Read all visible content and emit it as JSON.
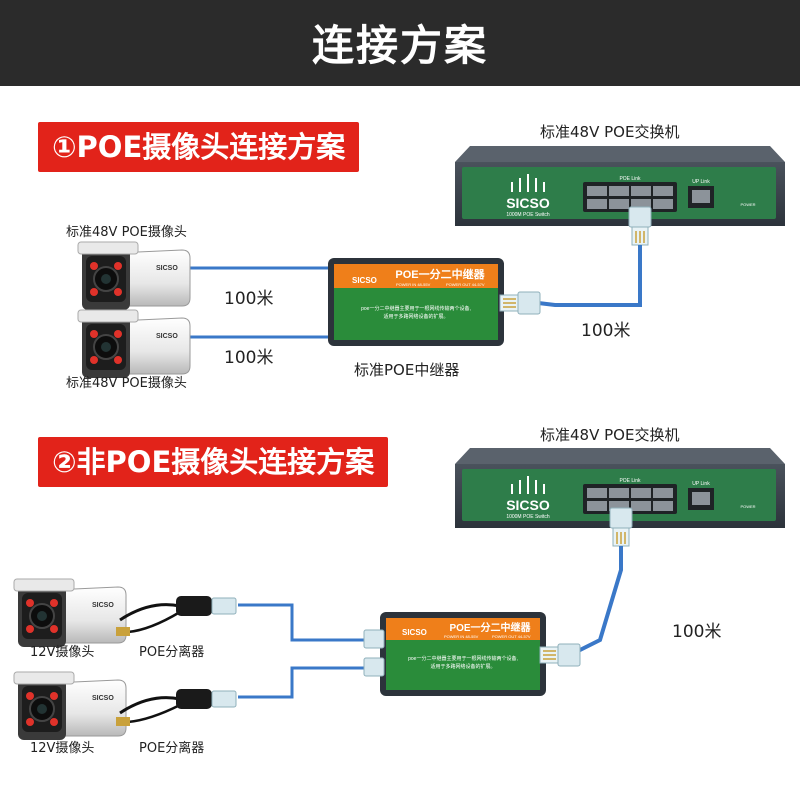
{
  "header": {
    "title": "连接方案"
  },
  "section1": {
    "title": "①POE摄像头连接方案",
    "switch_label": "标准48V POE交换机",
    "camera_top_label": "标准48V POE摄像头",
    "camera_bottom_label": "标准48V POE摄像头",
    "distance_cam1": "100米",
    "distance_cam2": "100米",
    "distance_switch": "100米",
    "extender_label": "标准POE中继器"
  },
  "section2": {
    "title": "②非POE摄像头连接方案",
    "switch_label": "标准48V POE交换机",
    "camera1_label": "12V摄像头",
    "splitter1_label": "POE分离器",
    "camera2_label": "12V摄像头",
    "splitter2_label": "POE分离器",
    "distance_switch": "100米"
  },
  "device_text": {
    "switch_brand": "SICSO",
    "switch_model": "1000M  POE  Switch",
    "switch_poe_link": "POE  Link",
    "switch_up_link": "UP Link",
    "switch_power": "POWER",
    "extender_title": "POE一分二中继器",
    "extender_brand": "SICSO",
    "extender_power_in": "POWER IN 48-55V",
    "extender_power_out": "POWER OUT 44-57V",
    "extender_desc_1": "poe一分二中继器主要用于一根网线传输两个设备,",
    "extender_desc_2": "适用于多路网络设备的扩展。",
    "camera_brand": "SICSO"
  },
  "colors": {
    "header_bg": "#2b2b2b",
    "accent_red": "#e2231a",
    "cable_blue": "#3a78c8",
    "switch_green": "#2e7d4a",
    "extender_orange": "#ef7f1a",
    "extender_green": "#2a8c3a",
    "device_dark": "#2c333b"
  }
}
